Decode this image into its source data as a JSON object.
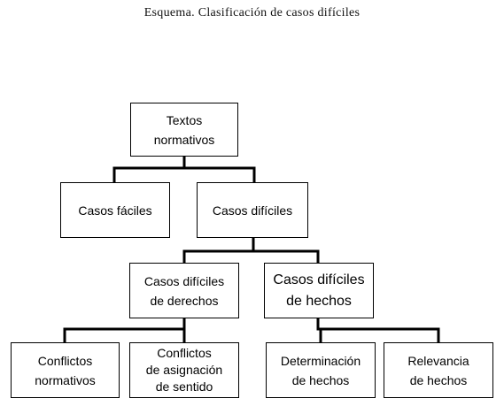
{
  "caption": "Esquema. Clasificación de casos difíciles",
  "nodes": {
    "root": "Textos\nnormativos",
    "easy": "Casos fáciles",
    "hard": "Casos difíciles",
    "hard_rights": "Casos difíciles\nde derechos",
    "hard_facts": "Casos difíciles\nde hechos",
    "norm_conflicts": "Conflictos\nnormativos",
    "meaning_conflicts": "Conflictos\nde asignación\nde sentido",
    "fact_determination": "Determinación\nde hechos",
    "fact_relevance": "Relevancia\nde hechos"
  }
}
